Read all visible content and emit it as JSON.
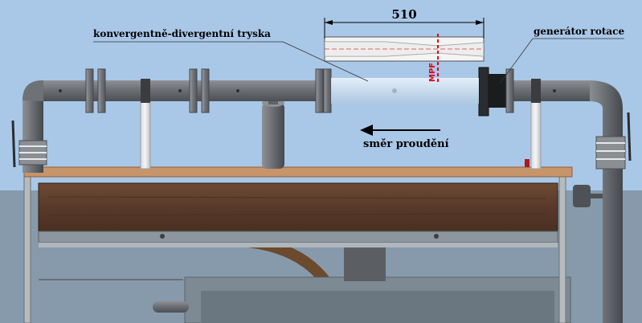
{
  "labels": {
    "nozzle": "konvergentně-divergentní tryska",
    "rotation_generator": "generátor rotace",
    "flow_direction": "směr proudění",
    "dimension": "510",
    "mpf": "MPF"
  },
  "colors": {
    "sky": "#a9c8e8",
    "wall": "#869aab",
    "pipe": "#6e7276",
    "flange": "#7b7f84",
    "nozzle_glass": "#d4e4f0",
    "wood_top": "#c8946a",
    "wood_panel": "#5a3e2b",
    "frame_steel": "#b8bcbf",
    "mpf_marker": "#e0001b"
  }
}
